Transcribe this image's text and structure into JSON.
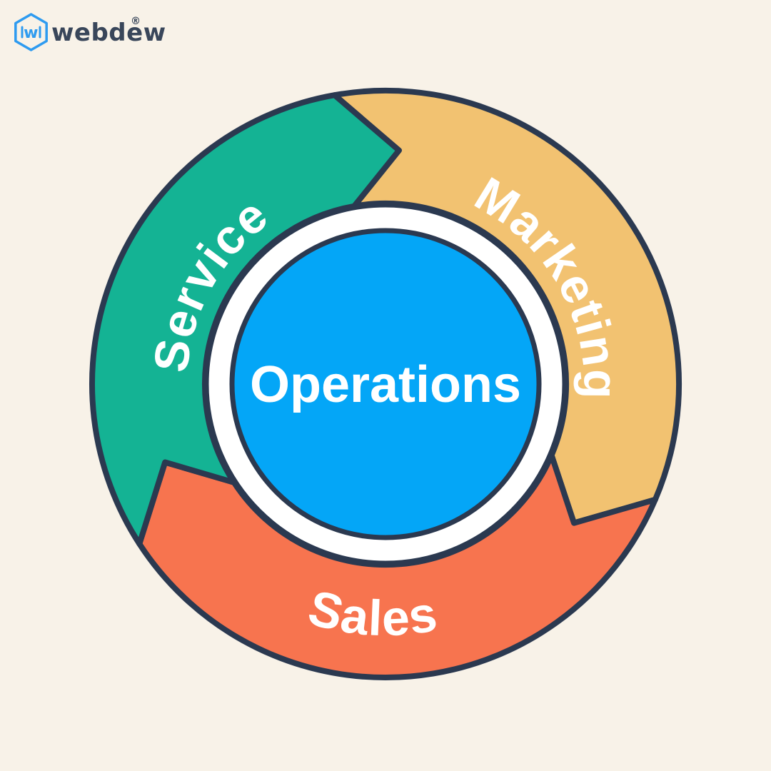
{
  "background_color": "#F8F2E8",
  "logo": {
    "brand": "webdew",
    "registered_mark": "®",
    "monogram": "w",
    "icon_color": "#2E9BF0",
    "text_color": "#39465A"
  },
  "flywheel": {
    "hub_label": "Operations",
    "hub_color": "#04A6F7",
    "ring_color": "#FFFFFF",
    "outline_color": "#2B3950",
    "label_color": "#FFFFFF",
    "segments": [
      {
        "label": "Service",
        "color": "#14B394"
      },
      {
        "label": "Marketing",
        "color": "#F2C271"
      },
      {
        "label": "Sales",
        "color": "#F7744F"
      }
    ]
  }
}
